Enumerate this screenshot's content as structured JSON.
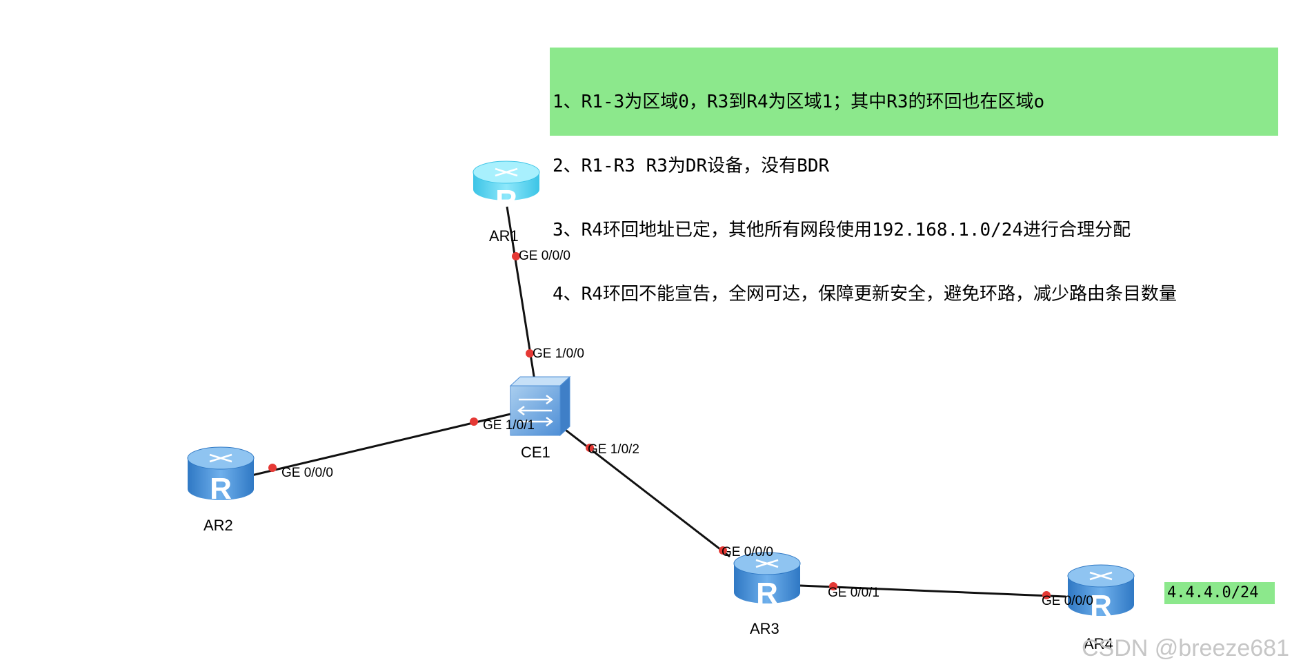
{
  "notes": {
    "requirements": [
      "1、R1-3为区域0，R3到R4为区域1；其中R3的环回也在区域o",
      "2、R1-R3 R3为DR设备，没有BDR",
      "3、R4环回地址已定，其他所有网段使用192.168.1.0/24进行合理分配",
      "4、R4环回不能宣告，全网可达，保障更新安全，避免环路，减少路由条目数量"
    ],
    "subnet": "4.4.4.0/24"
  },
  "devices": {
    "ar1": "AR1",
    "ar2": "AR2",
    "ar3": "AR3",
    "ar4": "AR4",
    "ce1": "CE1"
  },
  "router_icon_letter": "R",
  "ports": {
    "ar1_ge000": "GE 0/0/0",
    "ce1_ge100": "GE 1/0/0",
    "ce1_ge101": "GE 1/0/1",
    "ar2_ge000": "GE 0/0/0",
    "ce1_ge102": "GE 1/0/2",
    "ar3_ge000": "GE 0/0/0",
    "ar3_ge001": "GE 0/0/1",
    "ar4_ge000": "GE 0/0/0"
  },
  "watermark": "CSDN @breeze681",
  "colors": {
    "note_bg": "#8ce88c",
    "router_ar1": "#5fd8f2",
    "router_default": "#4a90d9",
    "switch": "#6fa8e6",
    "port_dot": "#e53935",
    "link": "#111111"
  }
}
